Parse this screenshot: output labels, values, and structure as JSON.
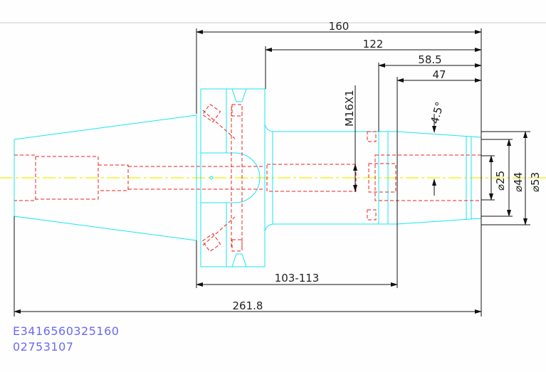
{
  "drawing": {
    "dimensions": {
      "overall_length": "160",
      "shank_length": "122",
      "nose_length": "58.5",
      "taper_length": "47",
      "thread": "M16X1",
      "taper_angle": "4.5°",
      "gauge_range": "103-113",
      "total_length": "261.8",
      "dia_bore": "⌀25",
      "dia_mid": "⌀44",
      "dia_outer": "⌀53"
    },
    "part_number": "E3416560325160",
    "code": "02753107",
    "colors": {
      "outline": "#19e6f0",
      "hidden": "#f02020",
      "centerline": "#f0f000",
      "dimension": "#111111",
      "label": "#6a6af0"
    }
  }
}
